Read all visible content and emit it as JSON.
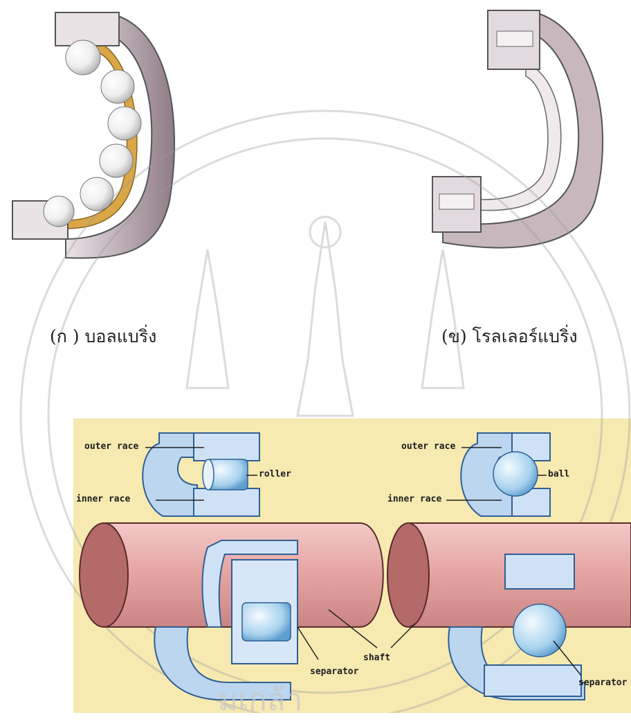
{
  "captions": {
    "ball_bearing": "(ก ) บอลแบริ่ง",
    "roller_bearing": "(ข) โรลเลอร์แบริ่ง"
  },
  "left_diagram": {
    "outer_race": "outer race",
    "roller": "roller",
    "inner_race": "inner race",
    "separator": "separator"
  },
  "shared": {
    "shaft": "shaft"
  },
  "right_diagram": {
    "outer_race": "outer race",
    "ball": "ball",
    "inner_race": "inner race",
    "separator": "separator"
  },
  "watermark": {
    "text": "มเกล้า"
  },
  "colors": {
    "panel_bg": "#f6eab1",
    "shaft": "#e7aaa8",
    "race": "#b7d3ee",
    "cage": "#d8a64a",
    "watermark": "#c8c8c8"
  }
}
